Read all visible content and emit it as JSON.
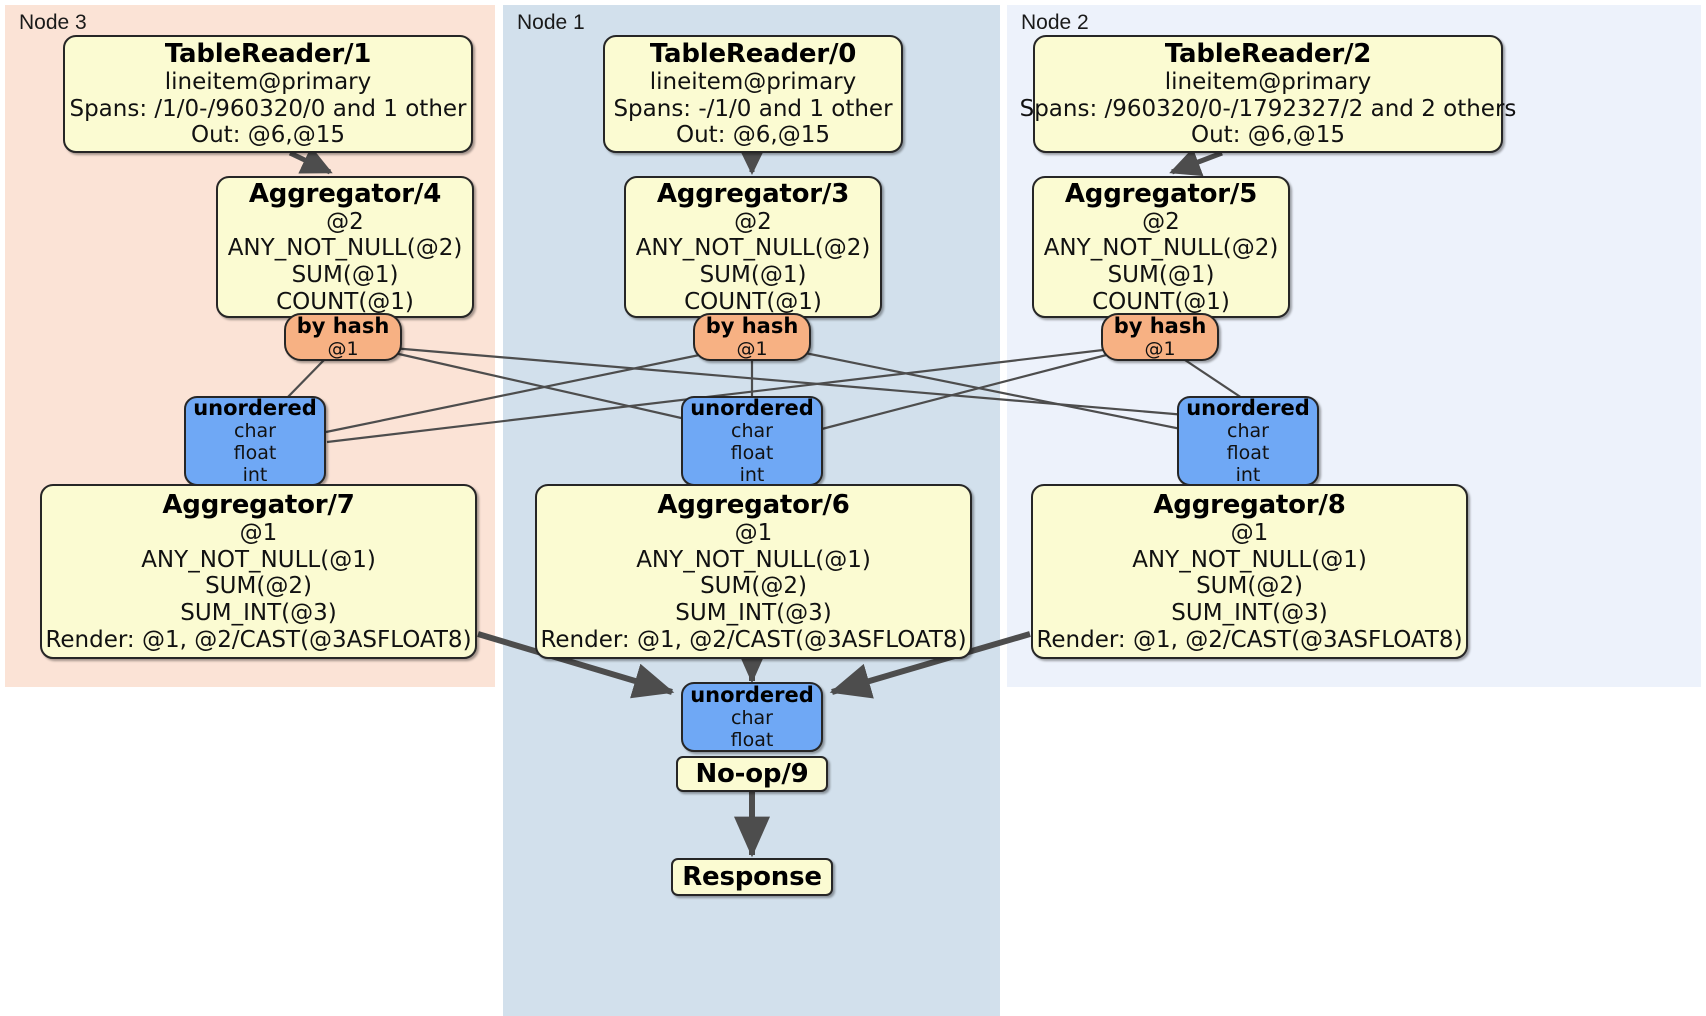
{
  "diagram": {
    "title": "Distributed query plan",
    "colors": {
      "node3_panel": "#fbe3d6",
      "node1_panel": "#d2e0ec",
      "node2_panel": "#edf2fb",
      "processor": "#fbfbd2",
      "router": "#f7b183",
      "inbox": "#6fa8f5",
      "edge": "#4d4d4d"
    },
    "panels": [
      {
        "id": "node3",
        "label": "Node 3"
      },
      {
        "id": "node1",
        "label": "Node 1"
      },
      {
        "id": "node2",
        "label": "Node 2"
      }
    ],
    "processors": [
      {
        "id": "tr1",
        "title": "TableReader/1",
        "lines": [
          "lineitem@primary",
          "Spans: /1/0-/960320/0 and 1 other",
          "Out: @6,@15"
        ]
      },
      {
        "id": "tr0",
        "title": "TableReader/0",
        "lines": [
          "lineitem@primary",
          "Spans: -/1/0 and 1 other",
          "Out: @6,@15"
        ]
      },
      {
        "id": "tr2",
        "title": "TableReader/2",
        "lines": [
          "lineitem@primary",
          "Spans: /960320/0-/1792327/2 and 2 others",
          "Out: @6,@15"
        ]
      },
      {
        "id": "agg4",
        "title": "Aggregator/4",
        "lines": [
          "@2",
          "ANY_NOT_NULL(@2)",
          "SUM(@1)",
          "COUNT(@1)"
        ]
      },
      {
        "id": "agg3",
        "title": "Aggregator/3",
        "lines": [
          "@2",
          "ANY_NOT_NULL(@2)",
          "SUM(@1)",
          "COUNT(@1)"
        ]
      },
      {
        "id": "agg5",
        "title": "Aggregator/5",
        "lines": [
          "@2",
          "ANY_NOT_NULL(@2)",
          "SUM(@1)",
          "COUNT(@1)"
        ]
      },
      {
        "id": "agg7",
        "title": "Aggregator/7",
        "lines": [
          "@1",
          "ANY_NOT_NULL(@1)",
          "SUM(@2)",
          "SUM_INT(@3)",
          "Render: @1, @2/CAST(@3ASFLOAT8)"
        ]
      },
      {
        "id": "agg6",
        "title": "Aggregator/6",
        "lines": [
          "@1",
          "ANY_NOT_NULL(@1)",
          "SUM(@2)",
          "SUM_INT(@3)",
          "Render: @1, @2/CAST(@3ASFLOAT8)"
        ]
      },
      {
        "id": "agg8",
        "title": "Aggregator/8",
        "lines": [
          "@1",
          "ANY_NOT_NULL(@1)",
          "SUM(@2)",
          "SUM_INT(@3)",
          "Render: @1, @2/CAST(@3ASFLOAT8)"
        ]
      },
      {
        "id": "noop9",
        "title": "No-op/9",
        "lines": []
      },
      {
        "id": "response",
        "title": "Response",
        "lines": []
      }
    ],
    "routers": [
      {
        "id": "hash4",
        "title": "by hash",
        "lines": [
          "@1"
        ]
      },
      {
        "id": "hash3",
        "title": "by hash",
        "lines": [
          "@1"
        ]
      },
      {
        "id": "hash5",
        "title": "by hash",
        "lines": [
          "@1"
        ]
      }
    ],
    "inboxes": [
      {
        "id": "in7",
        "title": "unordered",
        "lines": [
          "char",
          "float",
          "int"
        ]
      },
      {
        "id": "in6",
        "title": "unordered",
        "lines": [
          "char",
          "float",
          "int"
        ]
      },
      {
        "id": "in8",
        "title": "unordered",
        "lines": [
          "char",
          "float",
          "int"
        ]
      },
      {
        "id": "in9",
        "title": "unordered",
        "lines": [
          "char",
          "float"
        ]
      }
    ]
  }
}
